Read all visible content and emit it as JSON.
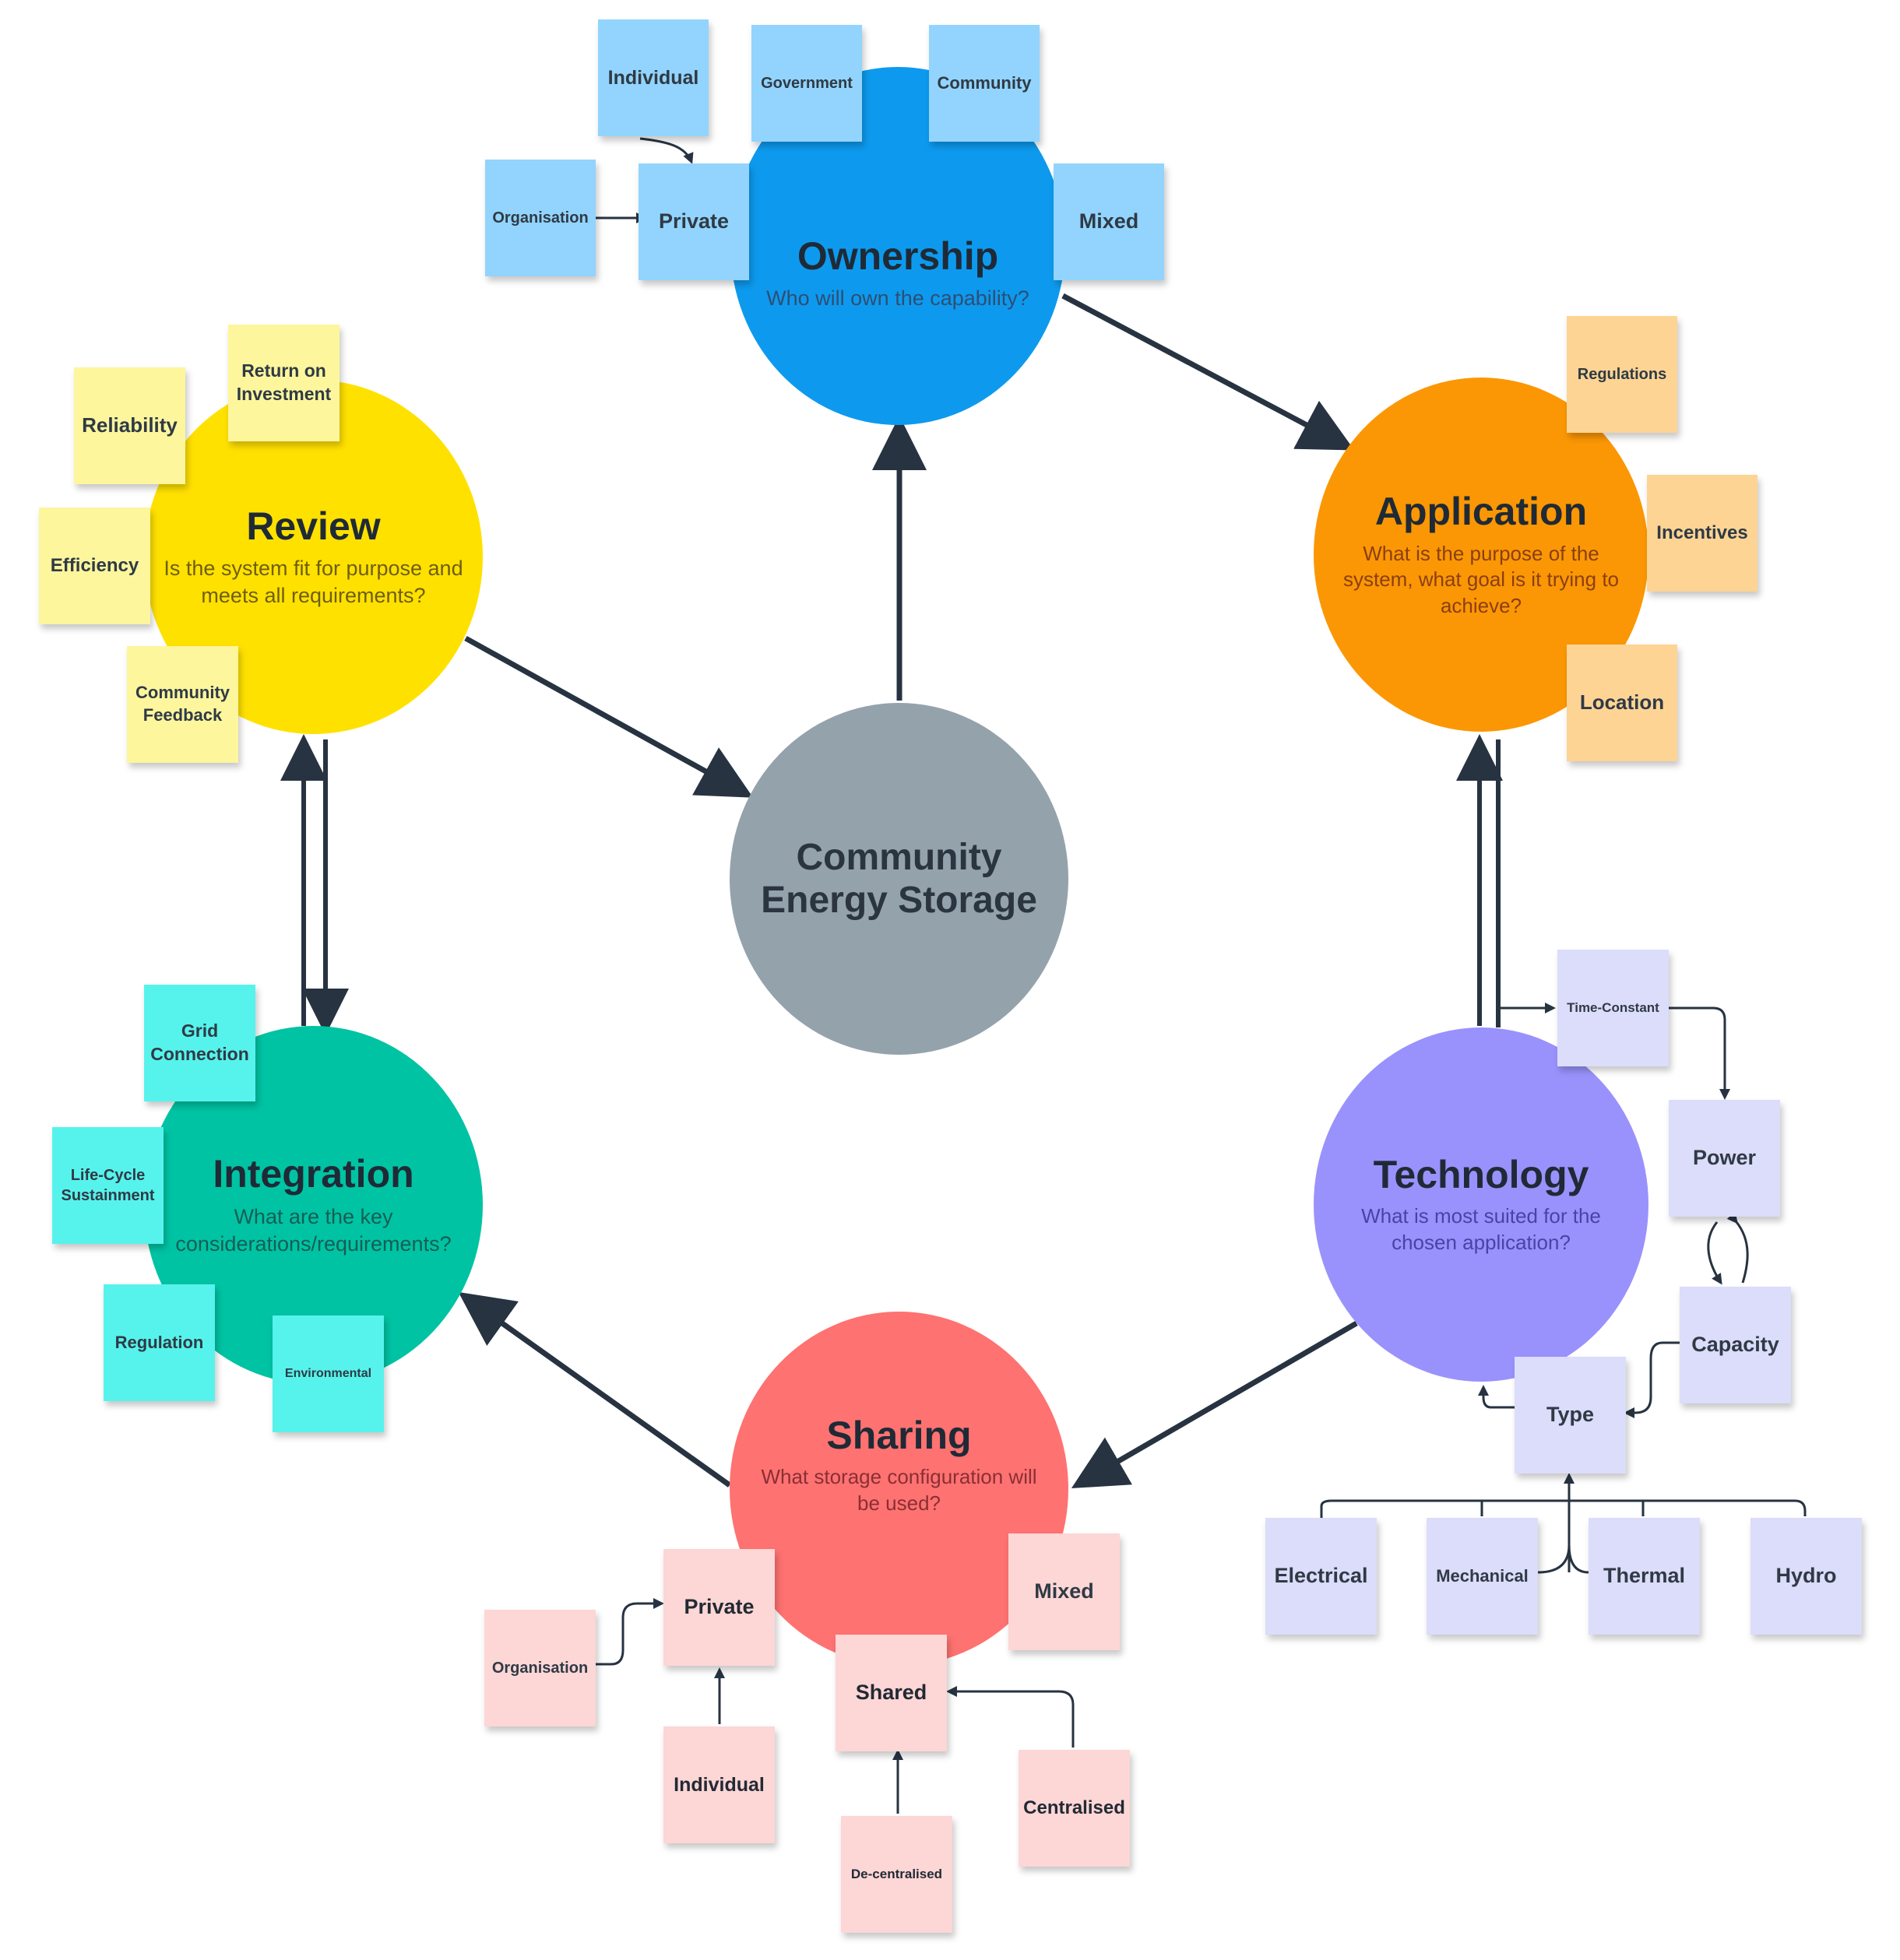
{
  "colors": {
    "arrow": "#273341",
    "ownership": "#0d9aee",
    "application": "#fb9704",
    "technology": "#9992fc",
    "sharing": "#fe7271",
    "integration": "#00c3a3",
    "review": "#ffe100",
    "hub": "#94a2ac",
    "note_ownership": "#92d4fd",
    "note_application": "#fdd494",
    "note_technology": "#dcdcfb",
    "note_sharing": "#fdd6d6",
    "note_integration": "#56f3ec",
    "note_review": "#fdf69d"
  },
  "hub": {
    "title": "Community Energy Storage"
  },
  "stages": {
    "ownership": {
      "title": "Ownership",
      "question": "Who will own the capability?"
    },
    "application": {
      "title": "Application",
      "question": "What is the purpose of the system, what goal is it trying to achieve?"
    },
    "technology": {
      "title": "Technology",
      "question": "What is most suited for the chosen application?"
    },
    "sharing": {
      "title": "Sharing",
      "question": "What storage configuration will be used?"
    },
    "integration": {
      "title": "Integration",
      "question": "What are the key considerations/requirements?"
    },
    "review": {
      "title": "Review",
      "question": "Is the system fit for purpose and meets all requirements?"
    }
  },
  "notes": {
    "ownership": {
      "individual": "Individual",
      "government": "Government",
      "community": "Community",
      "organisation": "Organisation",
      "private": "Private",
      "mixed": "Mixed"
    },
    "application": {
      "regulations": "Regulations",
      "incentives": "Incentives",
      "location": "Location"
    },
    "technology": {
      "time_constant": "Time-Constant",
      "power": "Power",
      "capacity": "Capacity",
      "type": "Type",
      "electrical": "Electrical",
      "mechanical": "Mechanical",
      "thermal": "Thermal",
      "hydro": "Hydro"
    },
    "sharing": {
      "private": "Private",
      "mixed": "Mixed",
      "organisation": "Organisation",
      "shared": "Shared",
      "individual": "Individual",
      "centralised": "Centralised",
      "decentralised": "De-centralised"
    },
    "integration": {
      "grid_connection": "Grid Connection",
      "life_cycle": "Life-Cycle Sustainment",
      "regulation": "Regulation",
      "environmental": "Environmental"
    },
    "review": {
      "return_on_investment": "Return on Investment",
      "reliability": "Reliability",
      "efficiency": "Efficiency",
      "community_feedback": "Community Feedback"
    }
  }
}
